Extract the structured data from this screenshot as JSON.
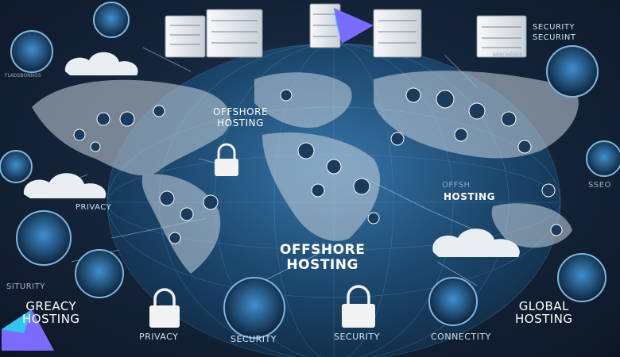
{
  "labels": {
    "center_offshore": [
      "OFFSHORE",
      "HOSTING"
    ],
    "top_offshore": [
      "OFFSHORE",
      "HOSTING"
    ],
    "right_hosting": "HOSTING",
    "right_hosting_faint": "OFFSH",
    "privacy_left": "PRIVACY",
    "security_top_right": [
      "SECURITY",
      "SECURINT"
    ],
    "global_hosting": [
      "GLOBAL",
      "HOSTING"
    ],
    "greacy_hosting": [
      "GREACY",
      "HOSTING"
    ],
    "bottom_privacy": "PRIVACY",
    "bottom_security_1": "SECURITY",
    "bottom_security_2": "SECURITY",
    "bottom_connectity": "CONNECTITY",
    "left_securty": "SITURITY",
    "right_sso": "SSEO",
    "tiny_caption": "FLADSBONNGS",
    "tiny_caption_2": "ARBONEGLS"
  },
  "colors": {
    "background": "#101b2c",
    "globe": "#1f4f78",
    "accent": "#4aa3e0",
    "lock": "#f2f2f2",
    "cloud": "#e9eef3",
    "logo": "#6b5cff"
  },
  "icons": [
    "globe",
    "server-rack",
    "cloud",
    "padlock",
    "user-node",
    "shield",
    "world-grid-icon",
    "gem-logo"
  ]
}
